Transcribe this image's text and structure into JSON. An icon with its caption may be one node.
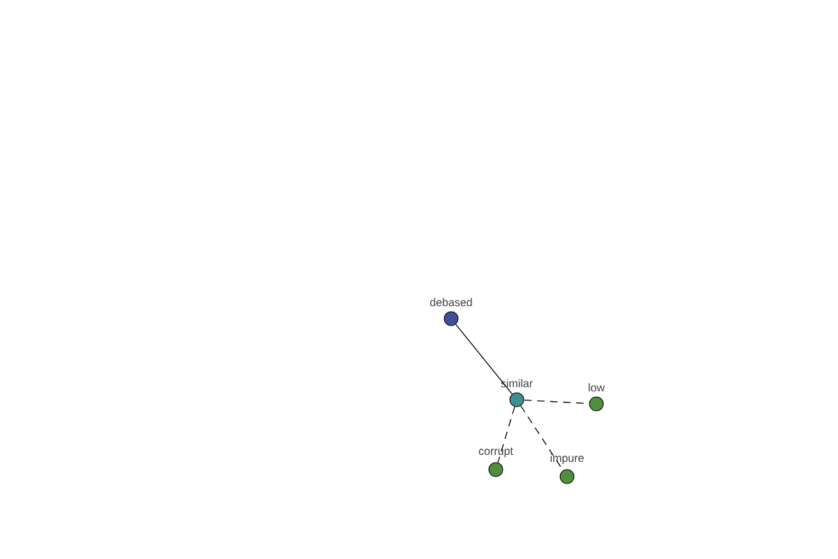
{
  "diagram": {
    "nodes": [
      {
        "text": [
          "debased"
        ]
      },
      {
        "text": [
          "similar"
        ]
      },
      {
        "text": [
          "low"
        ]
      },
      {
        "text": [
          "corrupt"
        ]
      },
      {
        "text": [
          "impure"
        ]
      }
    ],
    "edges": [
      {
        "from": 0,
        "to": 1,
        "arrow": "none"
      },
      {
        "from": 1,
        "to": 2,
        "arrow": "none",
        "style": "dashed"
      },
      {
        "from": 1,
        "to": 3,
        "arrow": "none",
        "style": "dashed"
      },
      {
        "from": 1,
        "to": 4,
        "arrow": "none",
        "style": "dashed"
      }
    ]
  }
}
